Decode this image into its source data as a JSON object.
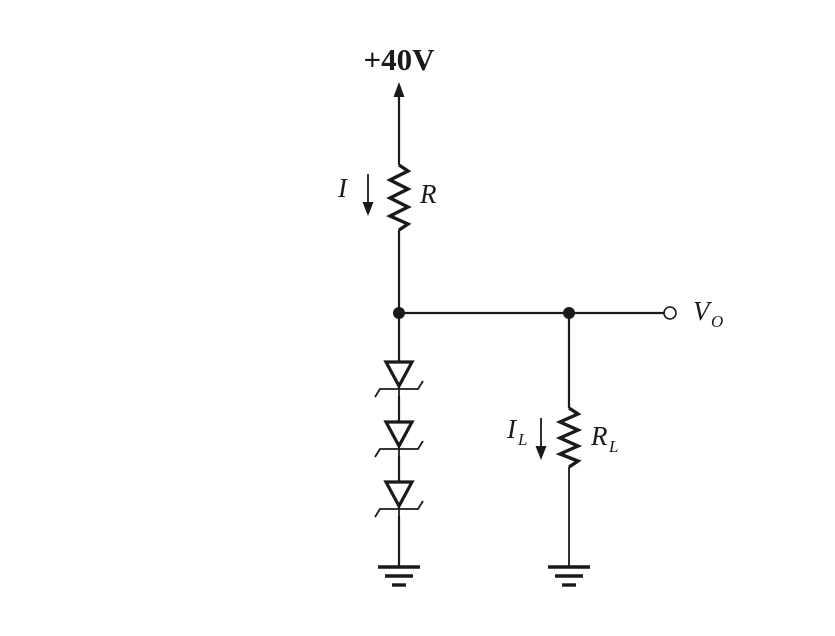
{
  "supply": {
    "label": "+40V"
  },
  "resistor_r": {
    "label": "R",
    "current_label": "I"
  },
  "load_resistor": {
    "label_main": "R",
    "label_sub": "L",
    "current_main": "I",
    "current_sub": "L"
  },
  "output": {
    "label_main": "V",
    "label_sub": "O"
  },
  "zener_diodes": {
    "count": 3
  }
}
